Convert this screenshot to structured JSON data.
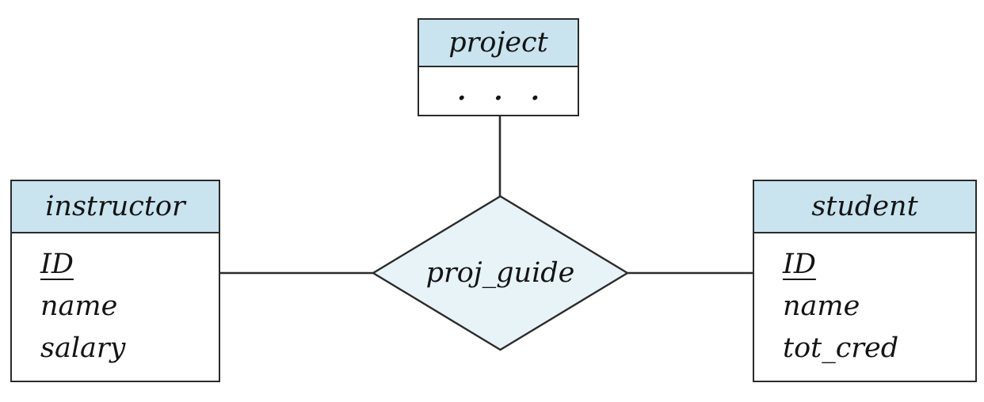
{
  "diagram": {
    "type": "entity-relationship",
    "entities": {
      "project": {
        "title": "project",
        "attributes_placeholder": ". . ."
      },
      "instructor": {
        "title": "instructor",
        "attributes": [
          {
            "label": "ID",
            "primary_key": true
          },
          {
            "label": "name",
            "primary_key": false
          },
          {
            "label": "salary",
            "primary_key": false
          }
        ]
      },
      "student": {
        "title": "student",
        "attributes": [
          {
            "label": "ID",
            "primary_key": true
          },
          {
            "label": "name",
            "primary_key": false
          },
          {
            "label": "tot_cred",
            "primary_key": false
          }
        ]
      }
    },
    "relationship": {
      "label": "proj_guide"
    },
    "colors": {
      "entity_header_fill": "#c9e4ef",
      "relationship_fill": "#e8f3f8",
      "border": "#2b2b2b",
      "background": "#ffffff",
      "text": "#141414"
    }
  }
}
